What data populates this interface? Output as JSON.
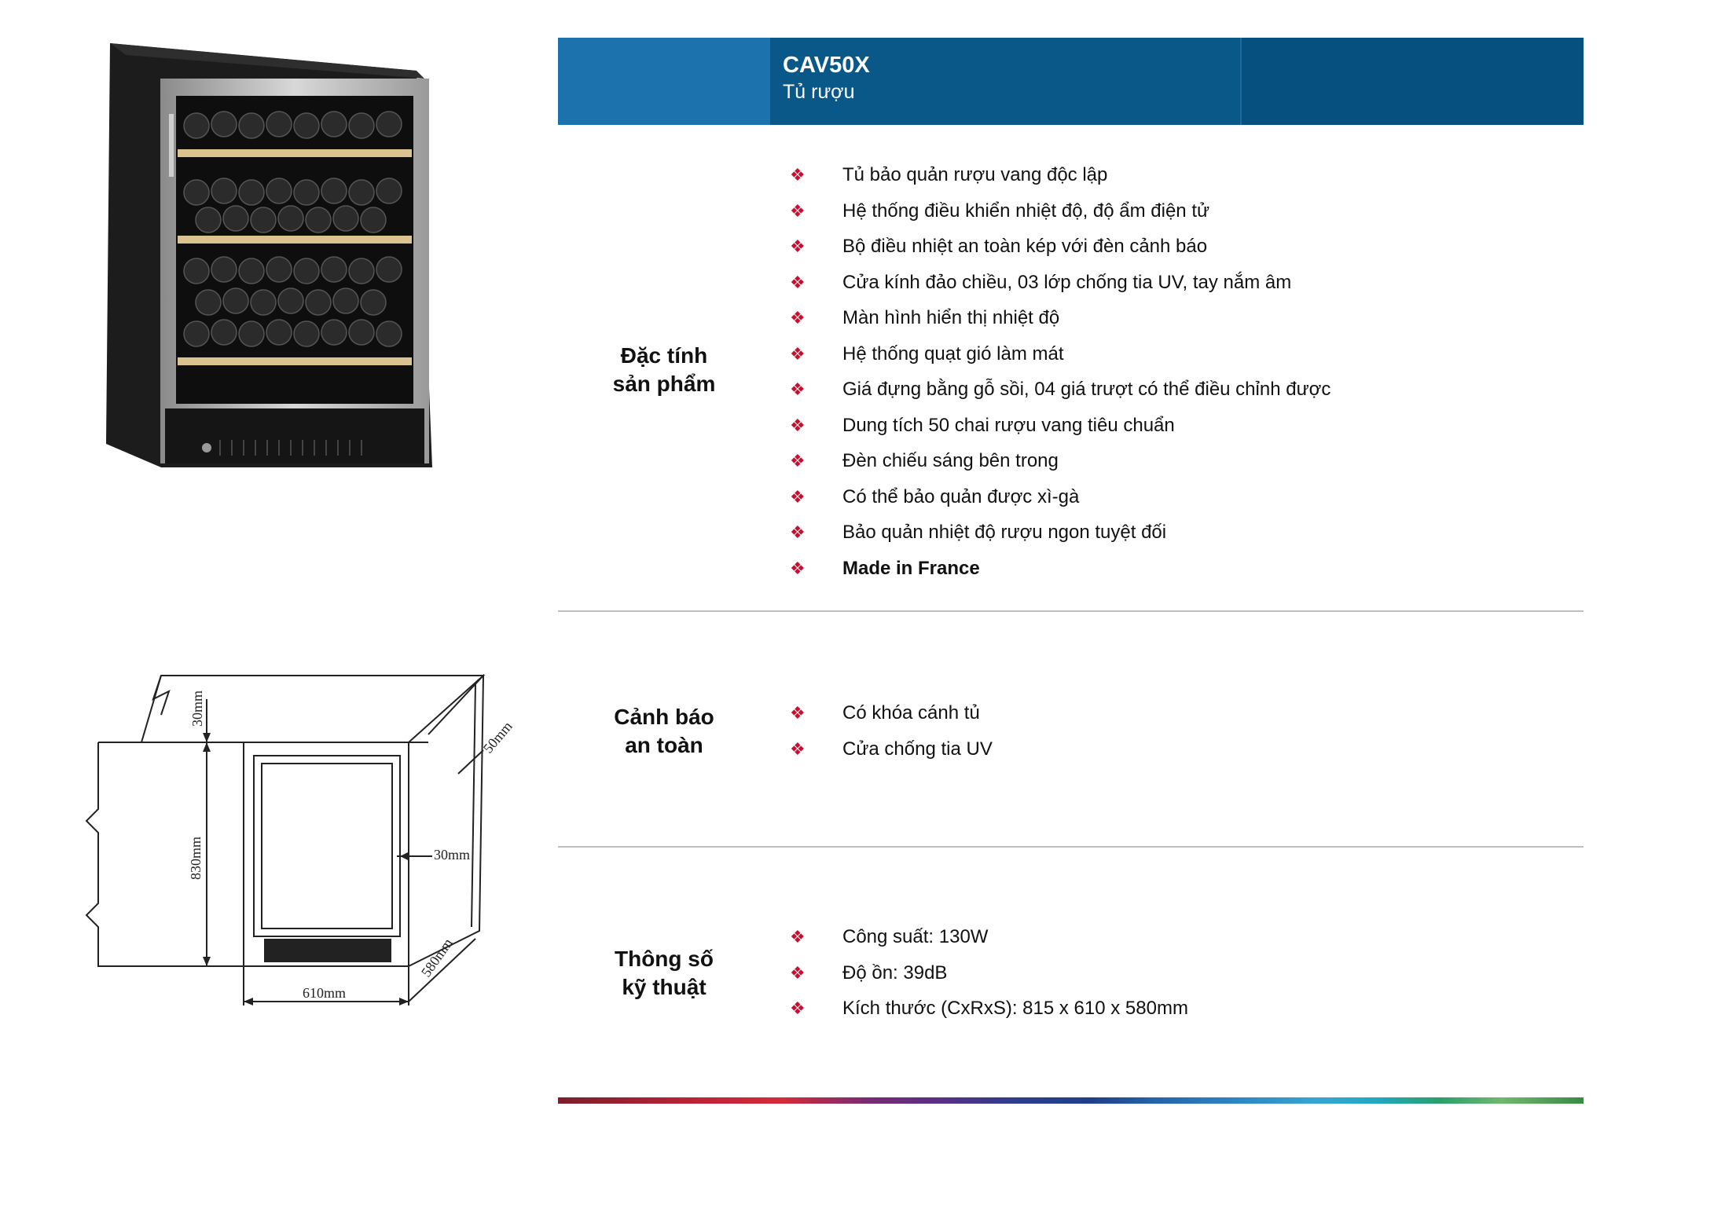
{
  "header": {
    "product_code": "CAV50X",
    "product_type": "Tủ rượu"
  },
  "colors": {
    "header_blue": "#0c5a8c",
    "header_left": "#1b72ad",
    "bullet_red": "#c8102e",
    "divider_gray": "#bfbfbf"
  },
  "icons": {
    "bullet": "diamond-bullet-icon"
  },
  "drawing": {
    "dim_top": "30mm",
    "dim_height": "830mm",
    "dim_side": "30mm",
    "dim_width": "610mm",
    "dim_depth": "580mm",
    "dim_back": "50mm"
  },
  "sections": {
    "features": {
      "title_line1": "Đặc tính",
      "title_line2": "sản phẩm",
      "items": [
        "Tủ bảo quản rượu vang độc lập",
        "Hệ thống điều khiển nhiệt độ, độ ẩm điện tử",
        "Bộ điều nhiệt an toàn kép với đèn cảnh báo",
        "Cửa kính đảo chiều, 03 lớp chống tia UV, tay nắm âm",
        "Màn hình hiển thị nhiệt độ",
        "Hệ thống quạt gió làm mát",
        "Giá đựng bằng gỗ sồi, 04 giá trượt có thể điều chỉnh được",
        "Dung tích 50 chai rượu vang tiêu chuẩn",
        "Đèn chiếu sáng bên trong",
        "Có thể bảo quản được xì-gà",
        "Bảo quản nhiệt độ rượu ngon tuyệt đối",
        "Made in France"
      ]
    },
    "safety": {
      "title_line1": "Cảnh báo",
      "title_line2": "an toàn",
      "items": [
        "Có khóa cánh tủ",
        "Cửa chống tia UV"
      ]
    },
    "specs": {
      "title_line1": "Thông số",
      "title_line2": "kỹ thuật",
      "items": [
        "Công suất: 130W",
        "Độ ồn: 39dB",
        "Kích thước (CxRxS): 815 x 610 x 580mm"
      ]
    }
  }
}
